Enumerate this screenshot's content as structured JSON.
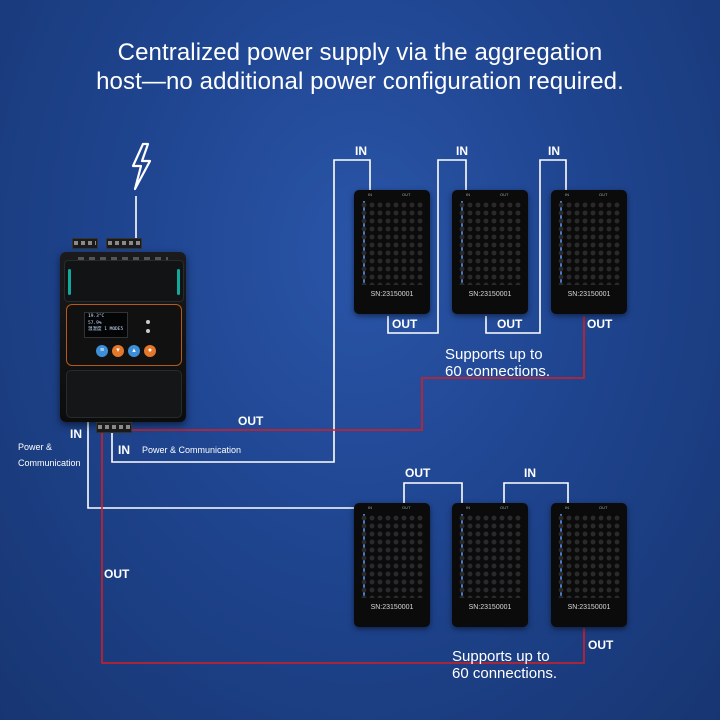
{
  "headline": {
    "line1": "Centralized power supply via the aggregation",
    "line2": "host—no additional power configuration required."
  },
  "colors": {
    "power_wire": "#d41e24",
    "signal_wire": "#ffffff",
    "panel_accent": "#b55a18",
    "rail_accent": "#13a89c"
  },
  "host": {
    "lcd_line1": "19.3°C",
    "lcd_line2": "57.9%",
    "lcd_line3": "温湿度 1 MODE5"
  },
  "labels": {
    "host_in": "IN",
    "host_out": "OUT",
    "branch_in": "IN",
    "branch_power_comm": "Power & Communication",
    "left_power": "Power &",
    "left_comm": "Communication",
    "left_out": "OUT",
    "top_in_1": "IN",
    "top_in_2": "IN",
    "top_in_3": "IN",
    "top_out_1": "OUT",
    "top_out_2": "OUT",
    "top_out_3": "OUT",
    "bottom_out_1": "OUT",
    "bottom_in_1": "IN",
    "bottom_out_3": "OUT"
  },
  "notes": {
    "top_line1": "Supports up to",
    "top_line2": "60 connections.",
    "bottom_line1": "Supports up to",
    "bottom_line2": "60 connections."
  },
  "sensors": {
    "serial": "SN:23150001",
    "port_in": "IN",
    "port_out": "OUT"
  },
  "icons": {
    "power": "lightning-bolt-icon"
  }
}
